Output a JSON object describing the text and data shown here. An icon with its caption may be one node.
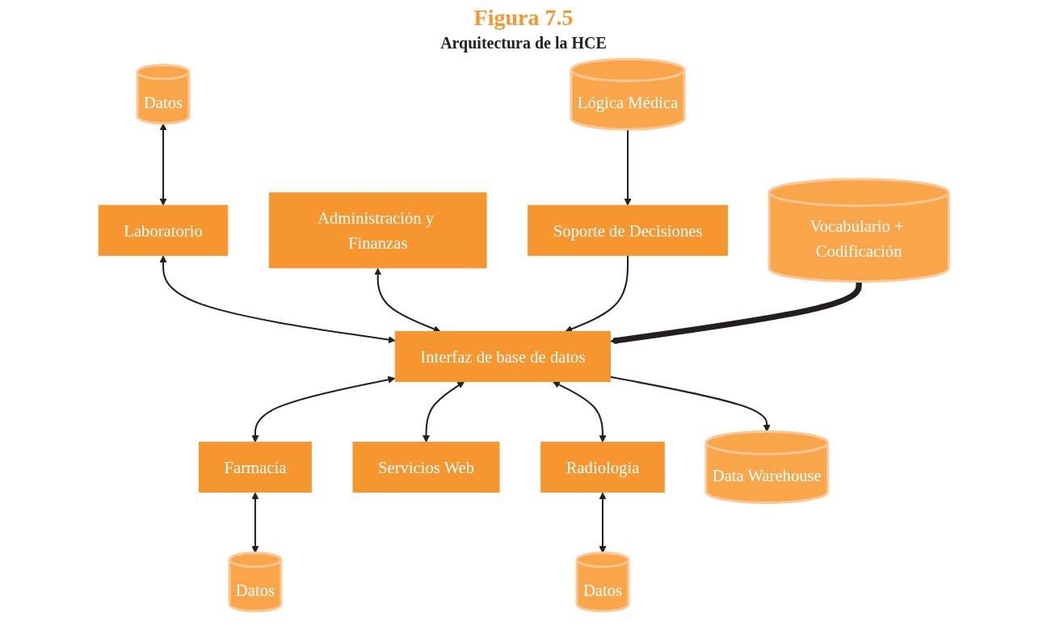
{
  "diagram": {
    "title": "Figura 7.5",
    "nodes": [
      {
        "text": [
          "Administración y Finanzas"
        ]
      },
      {
        "text": [
          "Datos"
        ]
      },
      {
        "text": [
          "Laboratorio"
        ]
      },
      {
        "text": [
          "Soporte de Decisiones"
        ]
      },
      {
        "text": [
          "Lógica Médica"
        ]
      },
      {
        "text": [
          "Farmacia"
        ]
      },
      {
        "text": [
          "Interfaz de base de datos"
        ]
      },
      {
        "text": [
          "Servicios Web"
        ]
      },
      {
        "text": [
          "Radiología"
        ]
      },
      {
        "text": [
          "Datos"
        ]
      },
      {
        "text": [
          "Datos"
        ]
      },
      {
        "text": [
          "Data Warehouse"
        ]
      },
      {
        "text": [
          "Vocabulario + Codificación"
        ]
      }
    ],
    "edges": [
      {
        "from": 1,
        "to": 2,
        "arrow": "both"
      },
      {
        "from": 2,
        "to": 6,
        "arrow": "both"
      },
      {
        "from": 0,
        "to": 6,
        "arrow": "both"
      },
      {
        "from": 3,
        "to": 6,
        "arrow": "to"
      },
      {
        "from": 4,
        "to": 3,
        "arrow": "to"
      },
      {
        "from": 5,
        "to": 6,
        "arrow": "both"
      },
      {
        "from": 6,
        "to": 7,
        "arrow": "both"
      },
      {
        "from": 5,
        "to": 9,
        "arrow": "both"
      },
      {
        "from": 8,
        "to": 6,
        "arrow": "both"
      },
      {
        "from": 8,
        "to": 10,
        "arrow": "both"
      },
      {
        "from": 6,
        "to": 11,
        "arrow": "to"
      },
      {
        "from": 12,
        "to": 6,
        "arrow": "to",
        "style": "thick"
      }
    ],
    "labels": [
      "Arquitectura de la HCE"
    ]
  }
}
